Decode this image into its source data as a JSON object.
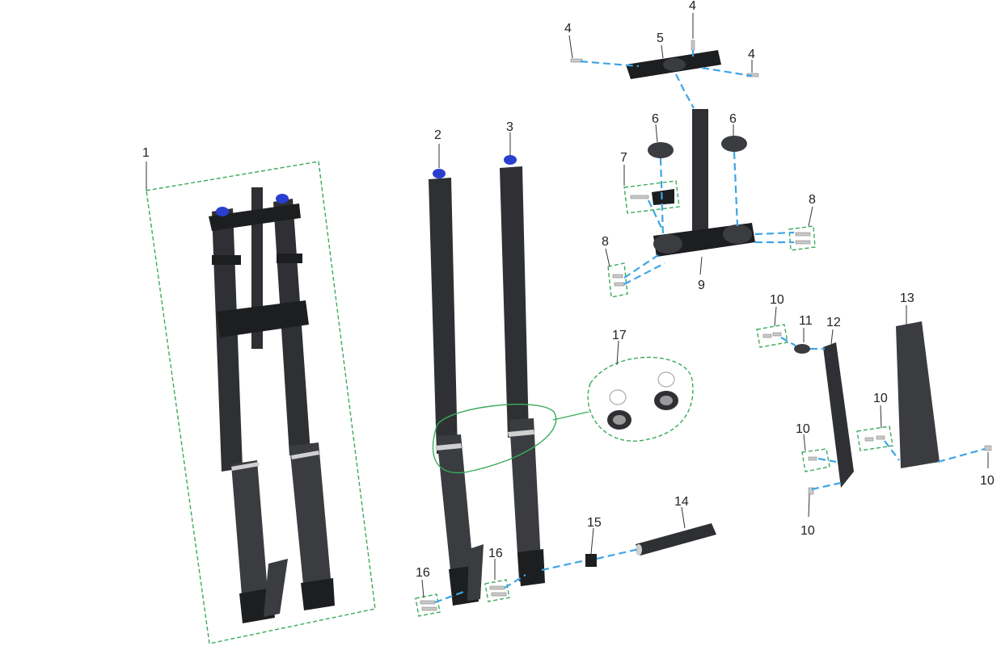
{
  "diagram": {
    "callouts": [
      {
        "id": "c1",
        "text": "1"
      },
      {
        "id": "c2",
        "text": "2"
      },
      {
        "id": "c3",
        "text": "3"
      },
      {
        "id": "c4a",
        "text": "4"
      },
      {
        "id": "c4b",
        "text": "4"
      },
      {
        "id": "c4c",
        "text": "4"
      },
      {
        "id": "c5",
        "text": "5"
      },
      {
        "id": "c6a",
        "text": "6"
      },
      {
        "id": "c6b",
        "text": "6"
      },
      {
        "id": "c7",
        "text": "7"
      },
      {
        "id": "c8a",
        "text": "8"
      },
      {
        "id": "c8b",
        "text": "8"
      },
      {
        "id": "c9",
        "text": "9"
      },
      {
        "id": "c10a",
        "text": "10"
      },
      {
        "id": "c10b",
        "text": "10"
      },
      {
        "id": "c10c",
        "text": "10"
      },
      {
        "id": "c10d",
        "text": "10"
      },
      {
        "id": "c10e",
        "text": "10"
      },
      {
        "id": "c11",
        "text": "11"
      },
      {
        "id": "c12",
        "text": "12"
      },
      {
        "id": "c13",
        "text": "13"
      },
      {
        "id": "c14",
        "text": "14"
      },
      {
        "id": "c15",
        "text": "15"
      },
      {
        "id": "c16a",
        "text": "16"
      },
      {
        "id": "c16b",
        "text": "16"
      },
      {
        "id": "c17",
        "text": "17"
      }
    ],
    "colors": {
      "dashed_guides": "#3da5e6",
      "group_outline": "#3aaa5a",
      "part_body": "#2e3033",
      "fork_cap": "#2a3fd0"
    }
  }
}
